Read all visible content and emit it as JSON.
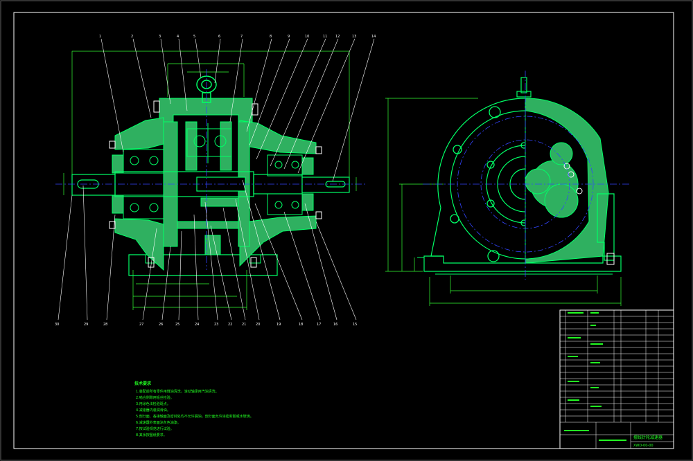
{
  "colors": {
    "background": "#000000",
    "frame": "#ffffff",
    "part": "#00ff66",
    "dimension": "#33ff33",
    "hatch": "#33cc66",
    "leader": "#ffffff",
    "centerline": "#3344ff",
    "notes": "#22ff22",
    "title_accent": "#22ff22"
  },
  "drawing": {
    "balloons": [
      "1",
      "2",
      "3",
      "4",
      "5",
      "6",
      "7",
      "8",
      "9",
      "10",
      "11",
      "12",
      "13",
      "14"
    ],
    "bottom_balloons": [
      "30",
      "29",
      "28",
      "27",
      "26",
      "25",
      "24",
      "23",
      "22",
      "21",
      "20",
      "19",
      "18",
      "17",
      "16",
      "15"
    ]
  },
  "notes": {
    "heading": "技术要求",
    "items": [
      "1.装配前所有零件用煤油清洗，滚动轴承用汽油清洗。",
      "2.啮合侧隙用铅丝检验。",
      "3.用涂色法检验斑点。",
      "4.减速器内装润滑油。",
      "5.剖分面、各接触面及密封处均不允许漏油，剖分面允许涂密封胶或水玻璃。",
      "6.减速器外表面涂灰色油漆。",
      "7.按试验规范进行试验。",
      "8.其余按图纸要求。"
    ]
  },
  "title_block": {
    "name": "摆线针轮减速器",
    "drawing_no": "XWD-00-00"
  }
}
